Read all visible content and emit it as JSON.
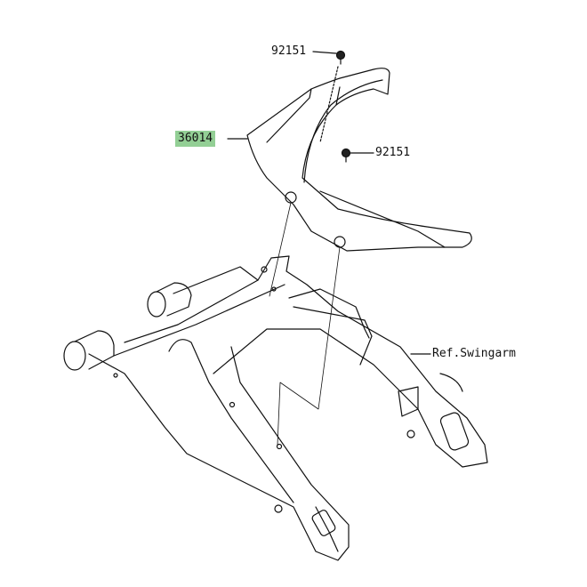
{
  "parts": {
    "chain_guard": {
      "number": "36014",
      "highlight_color": "#93cf95"
    },
    "bolt_top": {
      "number": "92151"
    },
    "bolt_right": {
      "number": "92151"
    },
    "swingarm_ref": {
      "label": "Ref.Swingarm"
    }
  }
}
